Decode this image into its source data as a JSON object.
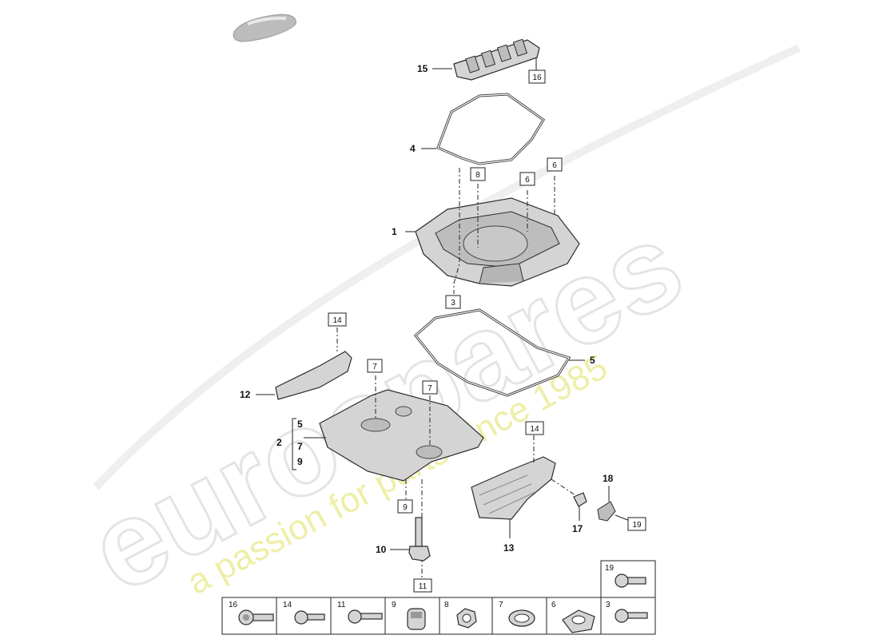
{
  "watermark": {
    "brand": "eurospares",
    "tagline": "a passion for parts since 1985"
  },
  "callouts": [
    {
      "id": "c15",
      "label": "15"
    },
    {
      "id": "c4",
      "label": "4"
    },
    {
      "id": "c1",
      "label": "1"
    },
    {
      "id": "c5",
      "label": "5"
    },
    {
      "id": "c12",
      "label": "12"
    },
    {
      "id": "c2",
      "label": "2"
    },
    {
      "id": "c10",
      "label": "10"
    },
    {
      "id": "c13",
      "label": "13"
    },
    {
      "id": "c17",
      "label": "17"
    },
    {
      "id": "c18",
      "label": "18"
    }
  ],
  "group2_items": [
    "5",
    "7",
    "9"
  ],
  "boxed_refs": {
    "b16": "16",
    "b8": "8",
    "b6a": "6",
    "b6b": "6",
    "b3": "3",
    "b14a": "14",
    "b7a": "7",
    "b7b": "7",
    "b14b": "14",
    "b19": "19",
    "b9": "9",
    "b11": "11"
  },
  "legend_table": {
    "top_cell": "19",
    "cells": [
      "16",
      "14",
      "11",
      "9",
      "8",
      "7",
      "6",
      "3"
    ]
  },
  "colors": {
    "part_fill": "#d4d4d4",
    "outline": "#2b2b2b",
    "watermark_gray": "#e4e4e4",
    "watermark_yellow": "#ecec9a"
  }
}
